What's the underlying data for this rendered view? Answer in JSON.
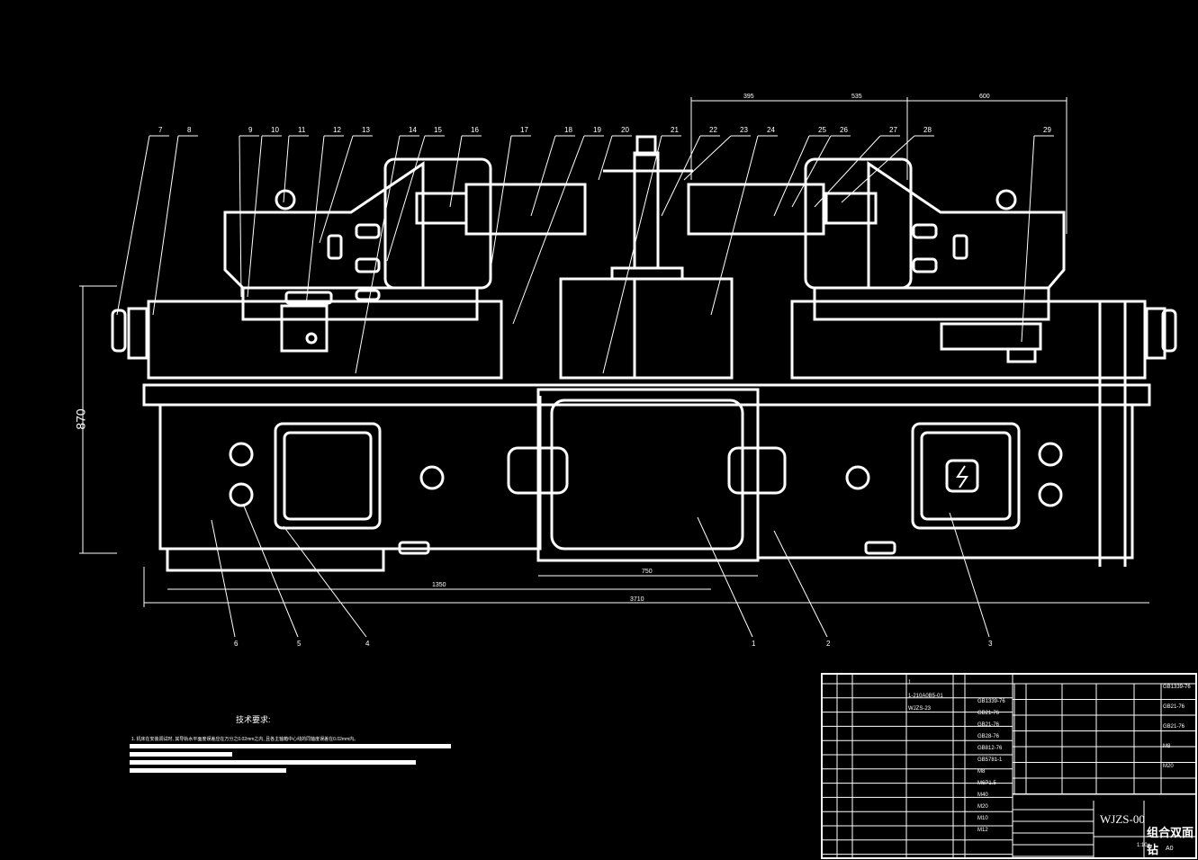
{
  "drawing": {
    "part_labels_top": [
      "7",
      "8",
      "9",
      "10",
      "11",
      "12",
      "13",
      "14",
      "15",
      "16",
      "17",
      "18",
      "19",
      "20",
      "21",
      "22",
      "23",
      "24",
      "25",
      "26",
      "27",
      "28",
      "29"
    ],
    "part_labels_bottom": [
      "6",
      "5",
      "4",
      "1",
      "2",
      "3"
    ],
    "dimensions": {
      "top": [
        "395",
        "535",
        "600"
      ],
      "height": "870",
      "small": "535",
      "bottom_750": "750",
      "bottom_1350": "1350",
      "bottom_3710": "3710"
    }
  },
  "tech_requirements": {
    "title": "技术要求:",
    "line1": "1. 机床在安装调试时, 其导轨水平面度误差应在万分之0.02mm之内, 且各主轴箱中心线的同轴度误差在0.02mm内。"
  },
  "title_block": {
    "drawing_number": "WJZS-00",
    "drawing_name": "组合双面钻",
    "sheet_size": "A0",
    "scale_label": "1:10",
    "bom_left": [
      "1",
      "1-210A0B5-01",
      "WJZS-23",
      "",
      "",
      "",
      "",
      "",
      "",
      ""
    ],
    "bom_codes": [
      "GB1339-76",
      "GB21-76",
      "GB21-76",
      "GB28-76",
      "GB812-76",
      "GB5781-1",
      "M8",
      "M6P1.5",
      "M40",
      "M20",
      "M10",
      "M12"
    ],
    "bom_right_notes": [
      "GB1339-76",
      "GB21-76",
      "GB21-76",
      "M8",
      "M20"
    ]
  }
}
